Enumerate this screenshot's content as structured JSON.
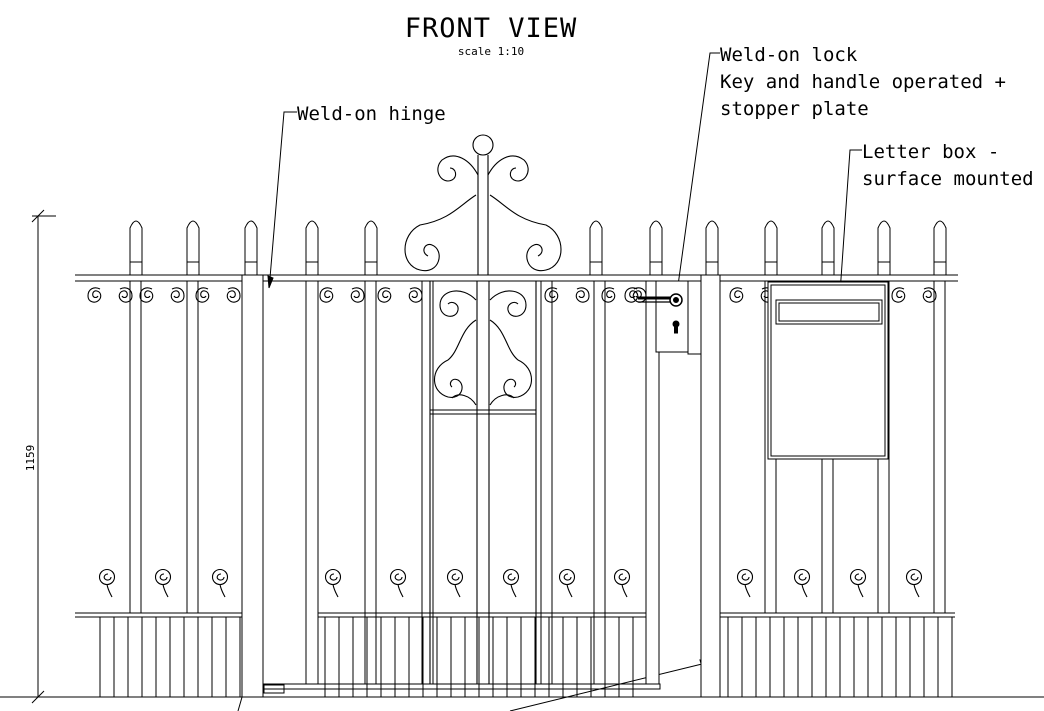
{
  "title": "FRONT VIEW",
  "scale": "scale 1:10",
  "labels": {
    "hinge": "Weld-on hinge",
    "lock_line1": "Weld-on lock",
    "lock_line2": "Key and handle operated +",
    "lock_line3": "stopper plate",
    "letterbox_line1": "Letter box -",
    "letterbox_line2": "surface mounted"
  },
  "dimension": {
    "height_value": "1159"
  },
  "colors": {
    "line": "#000000",
    "background": "#ffffff"
  }
}
